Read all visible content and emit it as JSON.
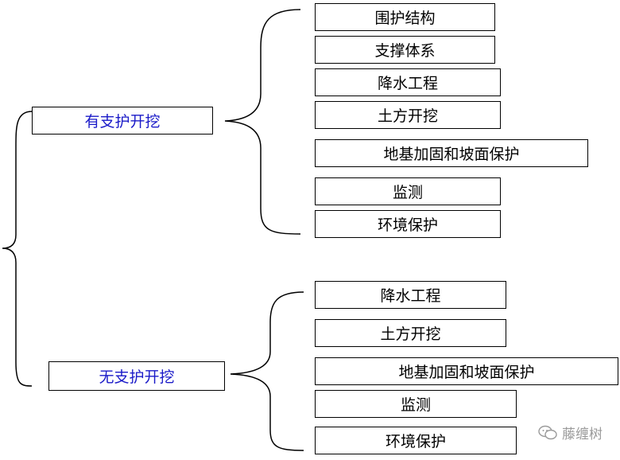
{
  "top_group": {
    "label": "有支护开挖",
    "items": [
      "围护结构",
      "支撑体系",
      "降水工程",
      "土方开挖",
      "地基加固和坡面保护",
      "监测",
      "环境保护"
    ]
  },
  "bottom_group": {
    "label": "无支护开挖",
    "items": [
      "降水工程",
      "土方开挖",
      "地基加固和坡面保护",
      "监测",
      "环境保护"
    ]
  },
  "watermark": {
    "text": "藤缠树",
    "icon": "wechat-icon"
  },
  "colors": {
    "main_label": "#1a1ac8",
    "line": "#000000",
    "watermark": "#9a9a9a"
  }
}
